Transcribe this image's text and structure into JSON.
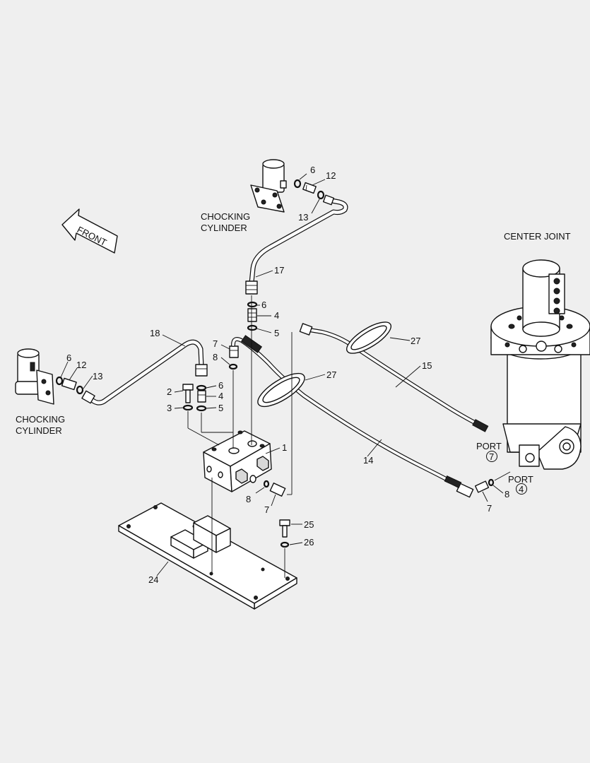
{
  "labels": {
    "chocking_cylinder_top": [
      "CHOCKING",
      "CYLINDER"
    ],
    "chocking_cylinder_left": [
      "CHOCKING",
      "CYLINDER"
    ],
    "center_joint": "CENTER JOINT",
    "front": "FRONT",
    "port_7": {
      "text": "PORT",
      "num": "7"
    },
    "port_4": {
      "text": "PORT",
      "num": "4"
    }
  },
  "callouts": {
    "c1": "1",
    "c2": "2",
    "c3": "3",
    "c4a": "4",
    "c4b": "4",
    "c5a": "5",
    "c5b": "5",
    "c6a": "6",
    "c6b": "6",
    "c6c": "6",
    "c7a": "7",
    "c7b": "7",
    "c7c": "7",
    "c8a": "8",
    "c8b": "8",
    "c8c": "8",
    "c12a": "12",
    "c12b": "12",
    "c13a": "13",
    "c13b": "13",
    "c14": "14",
    "c15": "15",
    "c17": "17",
    "c18": "18",
    "c24": "24",
    "c25": "25",
    "c26": "26",
    "c27a": "27",
    "c27b": "27"
  }
}
